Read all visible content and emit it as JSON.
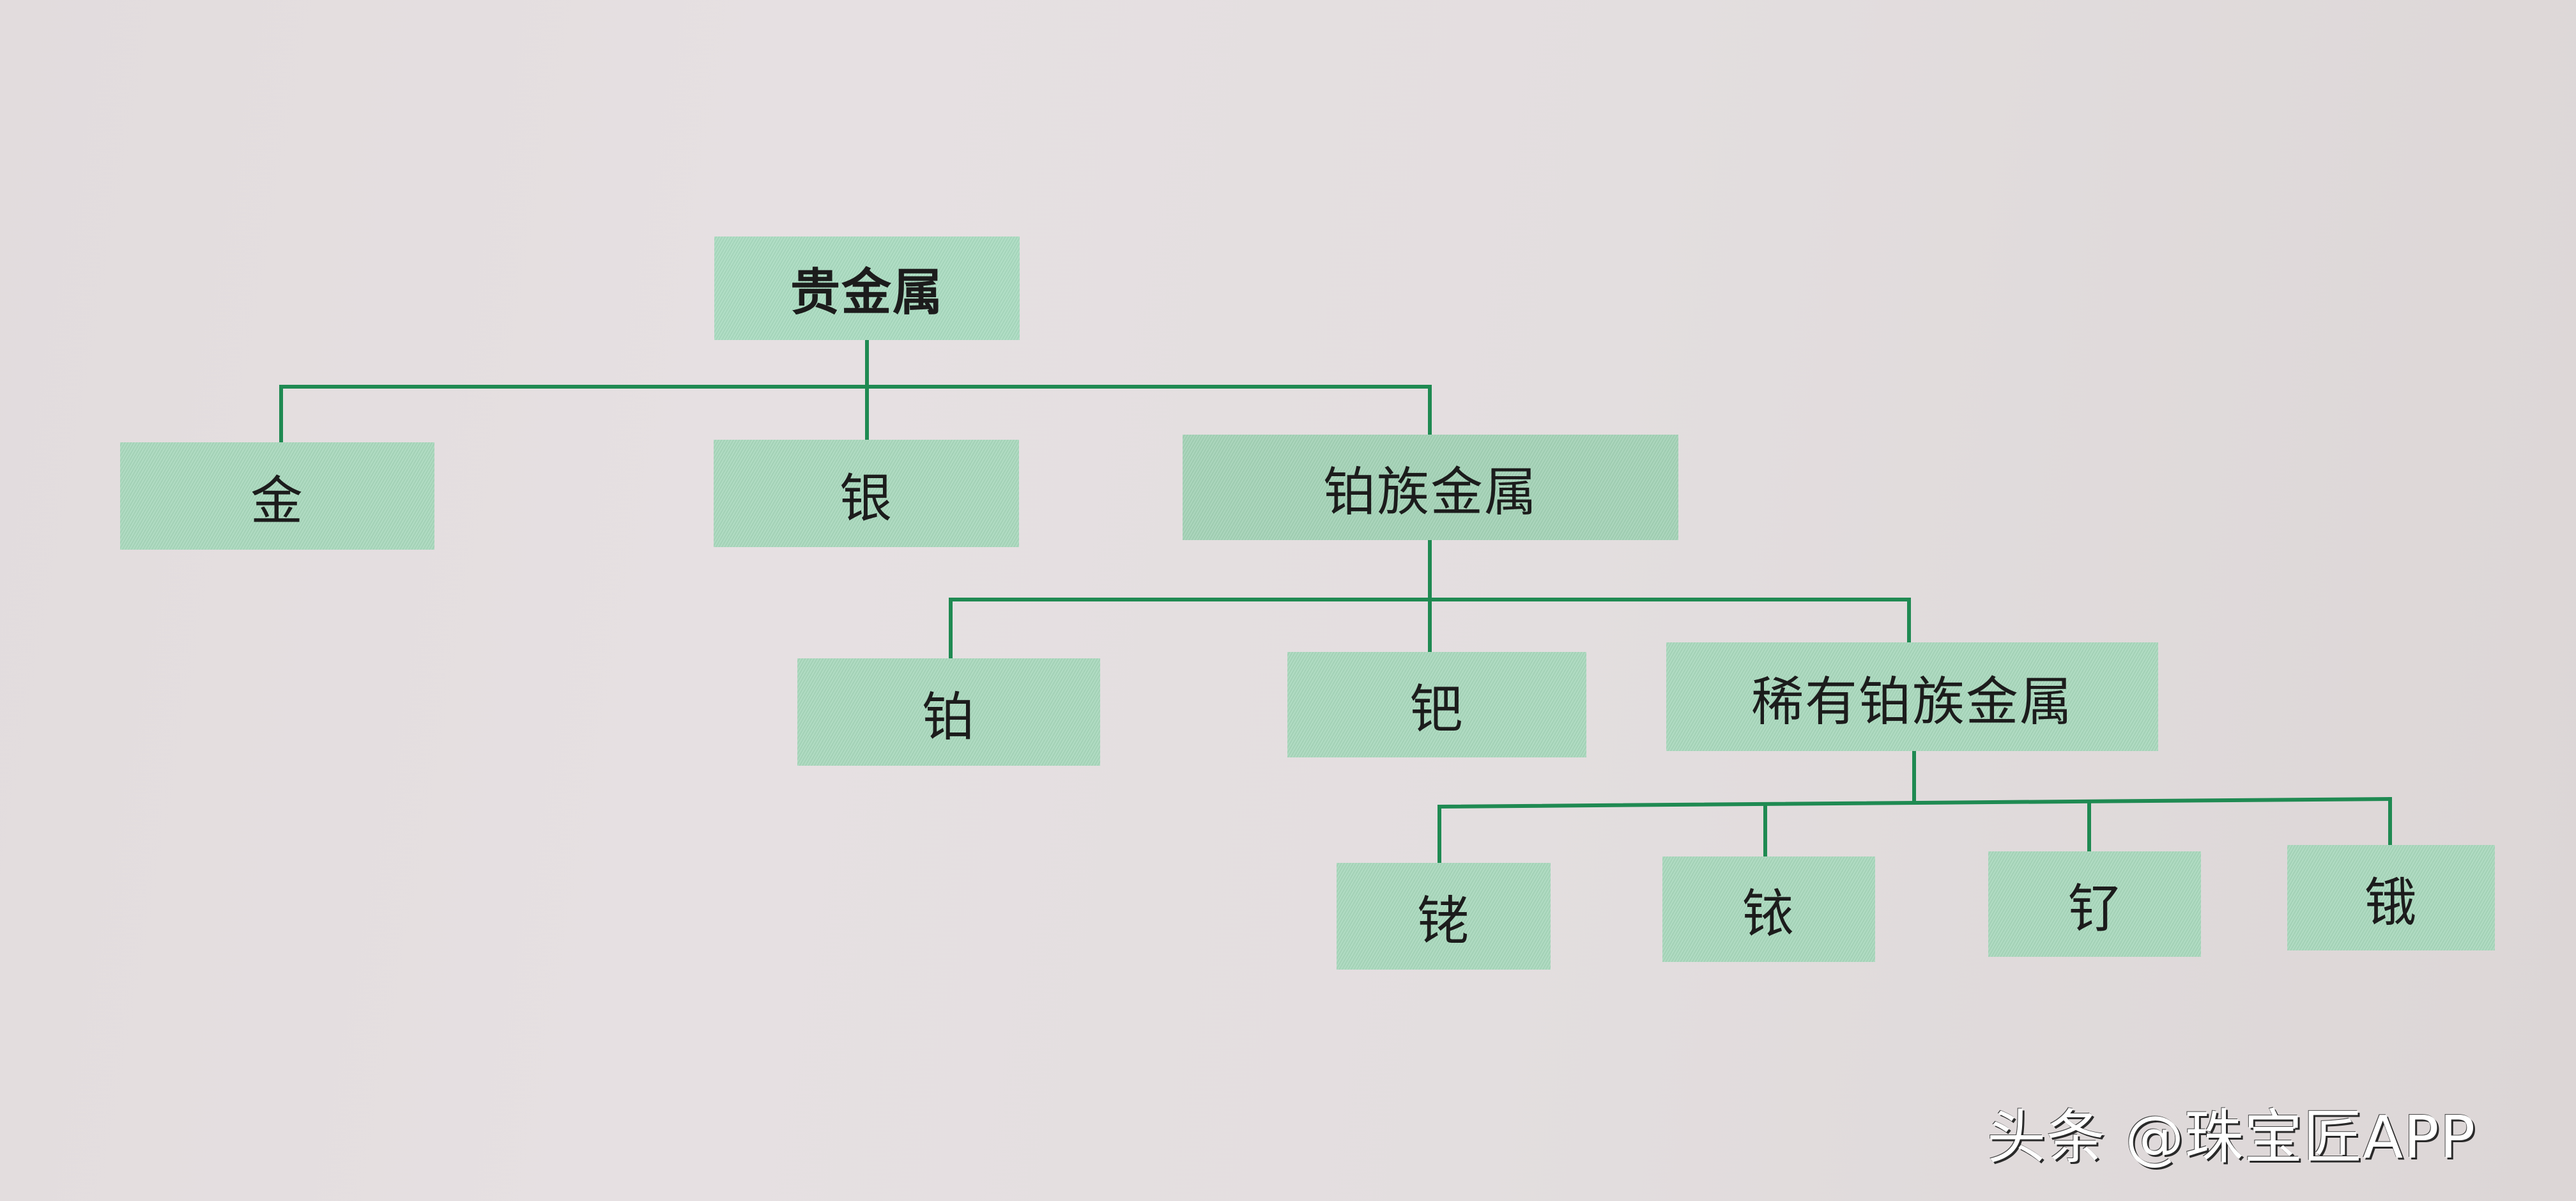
{
  "diagram": {
    "type": "tree",
    "line_color": "#1f8a52",
    "box_color": "#a8d8bc",
    "root": {
      "label": "贵金属"
    },
    "level1": [
      {
        "label": "金"
      },
      {
        "label": "银"
      },
      {
        "label": "铂族金属"
      }
    ],
    "level2": [
      {
        "label": "铂"
      },
      {
        "label": "钯"
      },
      {
        "label": "稀有铂族金属"
      }
    ],
    "level3": [
      {
        "label": "铑"
      },
      {
        "label": "铱"
      },
      {
        "label": "钌"
      },
      {
        "label": "锇"
      }
    ],
    "edges": [
      [
        "贵金属",
        "金"
      ],
      [
        "贵金属",
        "银"
      ],
      [
        "贵金属",
        "铂族金属"
      ],
      [
        "铂族金属",
        "铂"
      ],
      [
        "铂族金属",
        "钯"
      ],
      [
        "铂族金属",
        "稀有铂族金属"
      ],
      [
        "稀有铂族金属",
        "铑"
      ],
      [
        "稀有铂族金属",
        "铱"
      ],
      [
        "稀有铂族金属",
        "钌"
      ],
      [
        "稀有铂族金属",
        "锇"
      ]
    ]
  },
  "watermark": {
    "text": "头条 @珠宝匠APP"
  }
}
